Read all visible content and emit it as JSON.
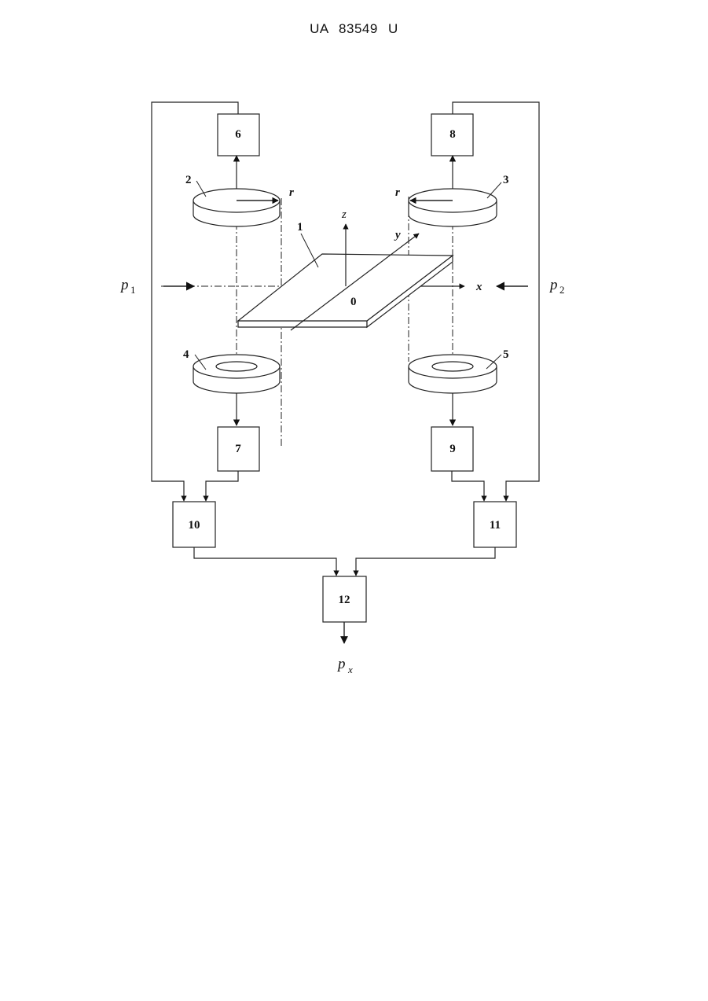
{
  "header": {
    "doc_code": "UA   83549   U"
  },
  "diagram": {
    "labels": {
      "plate": "1",
      "ring_upper_left": "2",
      "ring_upper_right": "3",
      "ring_lower_left": "4",
      "ring_lower_right": "5",
      "radius_left": "r",
      "radius_right": "r",
      "axis_x": "x",
      "axis_y": "y",
      "axis_z": "z",
      "origin": "0",
      "p1_base": "p",
      "p1_sub": "1",
      "p2_base": "p",
      "p2_sub": "2",
      "px_base": "p",
      "px_sub": "x"
    },
    "blocks": {
      "b6": "6",
      "b7": "7",
      "b8": "8",
      "b9": "9",
      "b10": "10",
      "b11": "11",
      "b12": "12"
    }
  }
}
